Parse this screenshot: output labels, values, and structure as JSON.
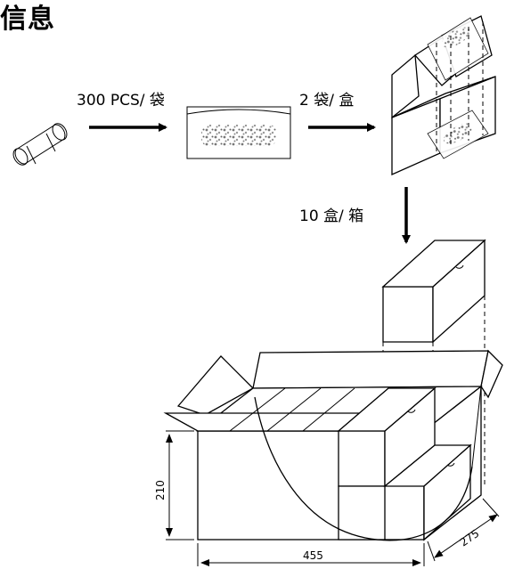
{
  "title": "信息",
  "steps": {
    "pcs_per_bag": "300 PCS/ 袋",
    "bags_per_box": "2 袋/ 盒",
    "boxes_per_carton": "10 盒/ 箱"
  },
  "dimensions": {
    "height": "210",
    "length": "455",
    "depth": "275"
  }
}
